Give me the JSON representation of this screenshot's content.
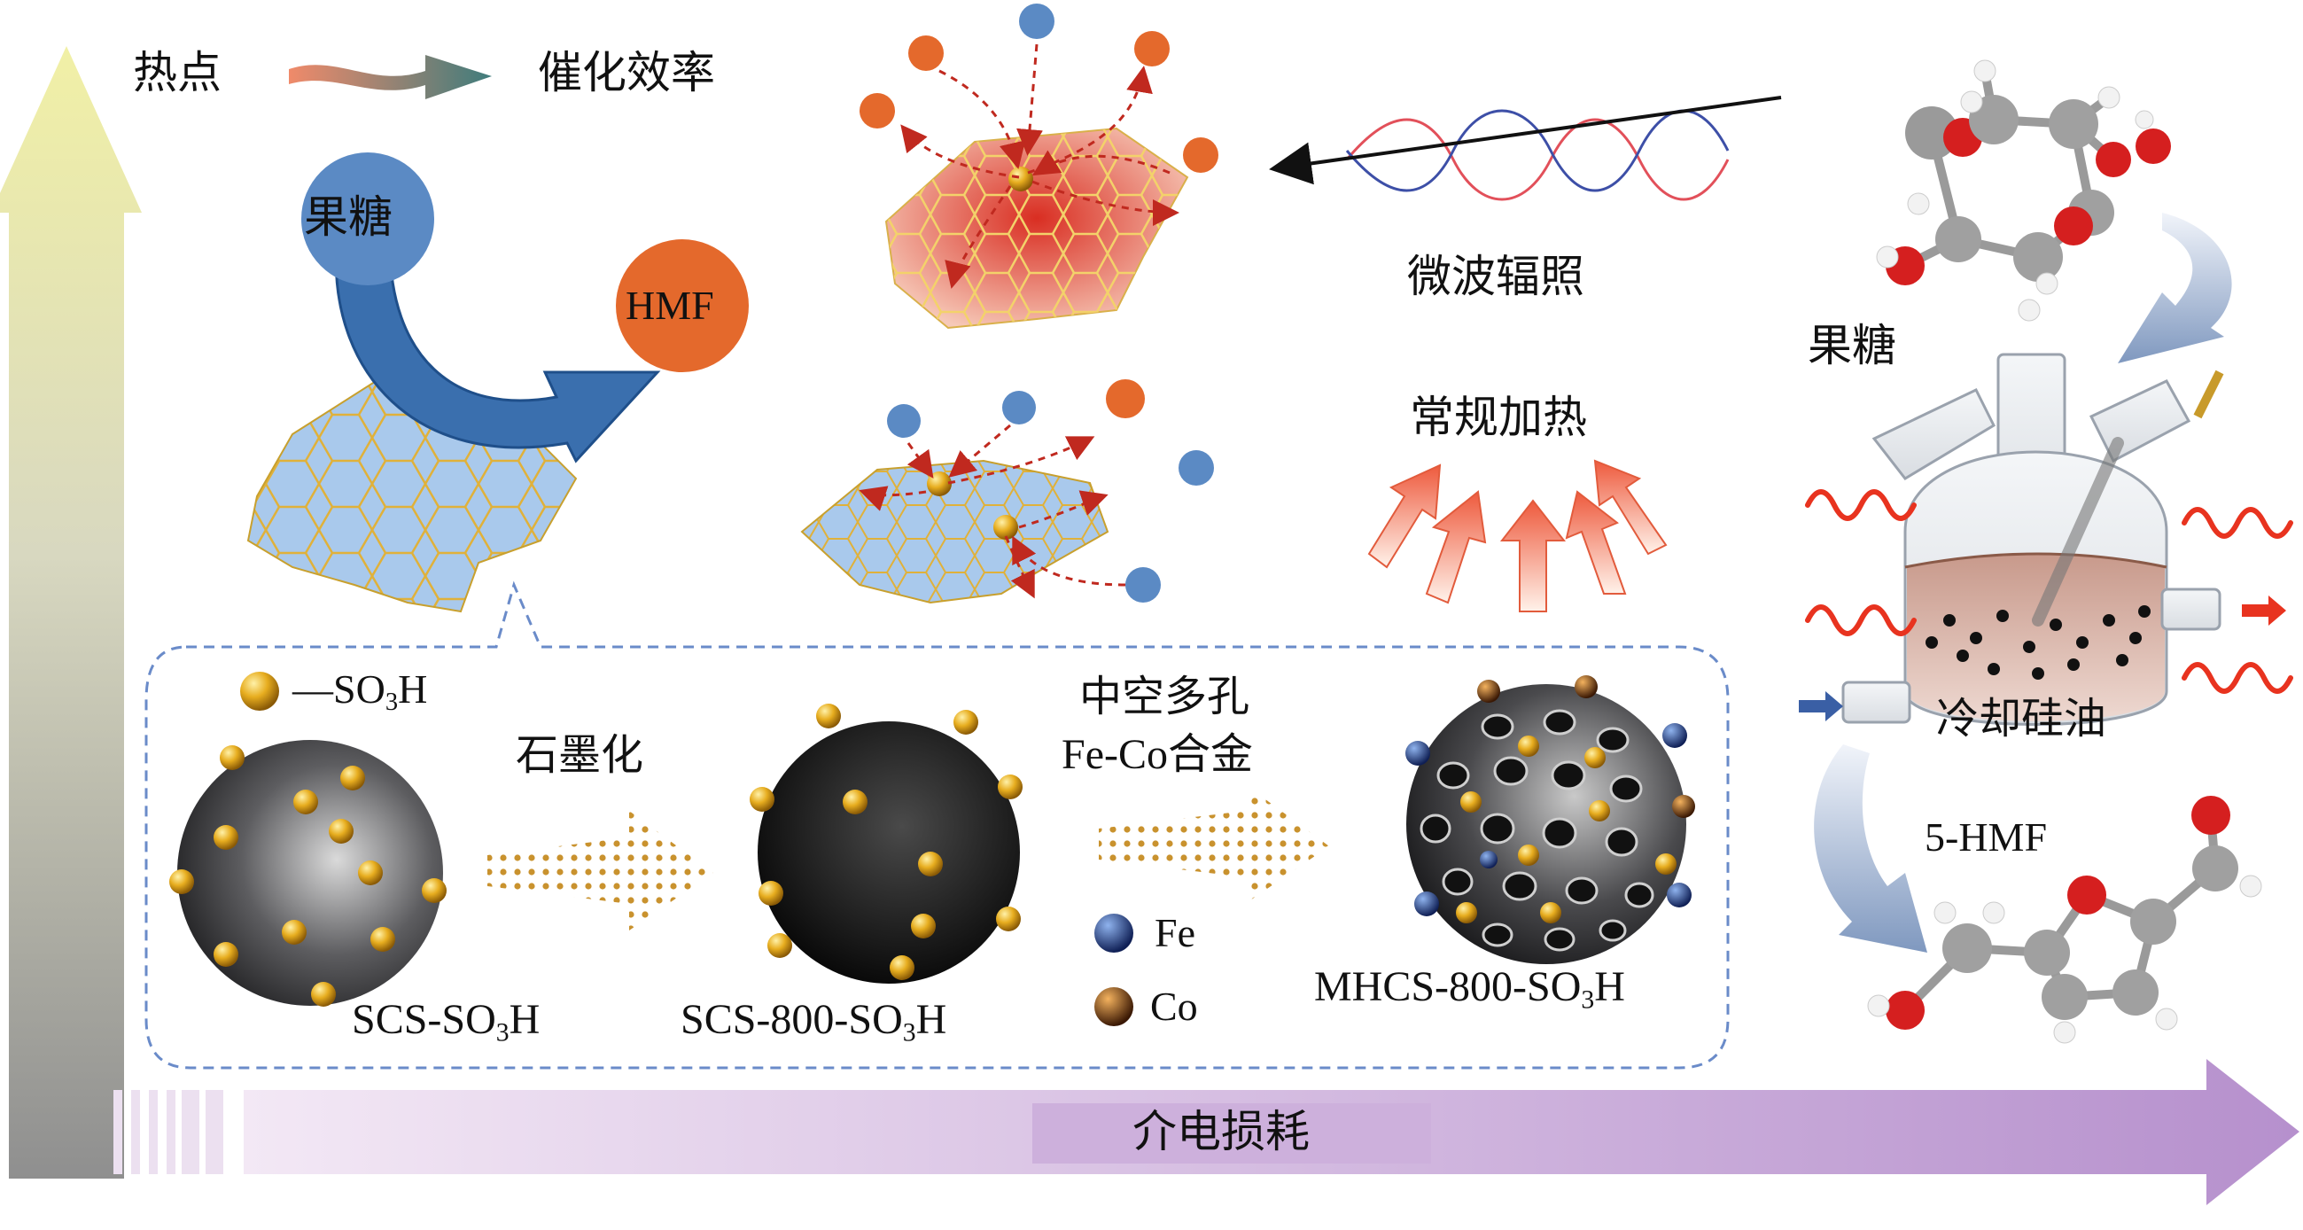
{
  "labels": {
    "hotspot": "热点",
    "catalytic_efficiency": "催化效率",
    "fructose_circle": "果糖",
    "hmf_circle": "HMF",
    "microwave": "微波辐照",
    "conventional_heating": "常规加热",
    "fructose_molecule": "果糖",
    "cooling_oil": "冷却硅油",
    "product_5hmf": "5-HMF",
    "graphitization": "石墨化",
    "hollow_porous_line1": "中空多孔",
    "hollow_porous_line2": "Fe-Co合金",
    "dielectric_loss": "介电损耗"
  },
  "legend": {
    "so3h_prefix": "—SO",
    "so3h_sub": "3",
    "so3h_suffix": "H",
    "fe": "Fe",
    "co": "Co"
  },
  "spheres": [
    {
      "prefix": "SCS-SO",
      "sub": "3",
      "suffix": "H"
    },
    {
      "prefix": "SCS-800-SO",
      "sub": "3",
      "suffix": "H"
    },
    {
      "prefix": "MHCS-800-SO",
      "sub": "3",
      "suffix": "H"
    }
  ],
  "colors": {
    "fructose_blue": "#5b8ac4",
    "hmf_orange": "#e4692c",
    "sheet_blue": "#a9c9ec",
    "sheet_red": "#e25b4a",
    "vertical_axis": "#efefb0",
    "horizontal_axis": "#c9a6d8",
    "dashed_box": "#5d5fb0"
  }
}
